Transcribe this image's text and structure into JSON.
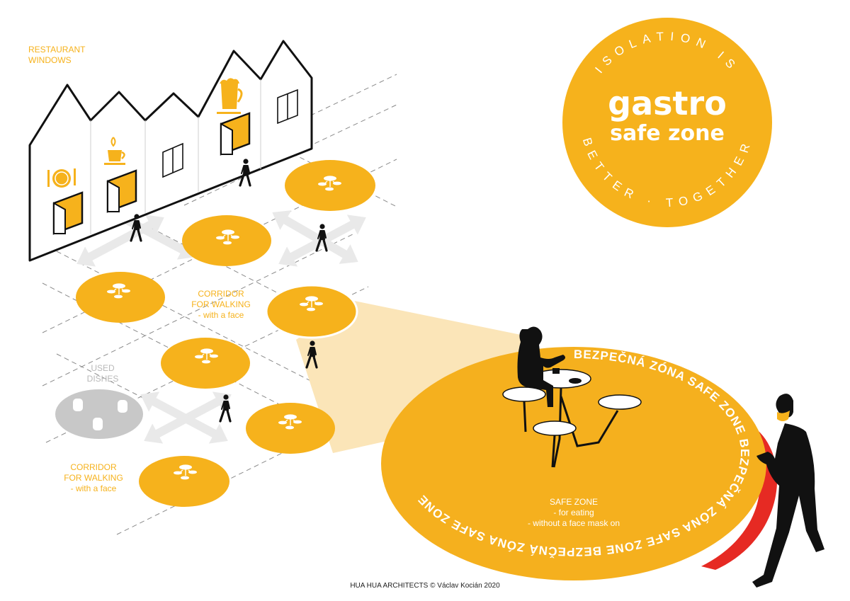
{
  "colors": {
    "zone_orange": "#F6B21C",
    "safe_big": "#F5B01E",
    "light_cone": "#FBE5B8",
    "red_accent": "#E62A23",
    "used_grey": "#C8C8C8",
    "arrow_grey": "#E9E9E9",
    "silhouette": "#111111"
  },
  "labels": {
    "restaurant_windows": [
      "RESTAURANT",
      "WINDOWS"
    ],
    "corridor_top": [
      "CORRIDOR",
      "FOR WALKING",
      "- with a face"
    ],
    "used_dishes": [
      "USED",
      "DISHES"
    ],
    "corridor_bottom": [
      "CORRIDOR",
      "FOR WALKING",
      "- with a face"
    ],
    "safe_zone": [
      "SAFE ZONE",
      "-  for eating",
      "- without a face mask on"
    ]
  },
  "badge": {
    "title": "gastro",
    "subtitle": "safe zone",
    "ring_top": "ISOLATION IS",
    "ring_bottom": "BETTER · TOGETHER"
  },
  "ring_text": {
    "phrase": "BEZPEČNÁ ZÓNA SAFE ZONE"
  },
  "icons": {
    "building": [
      "plate-cutlery-icon",
      "coffee-cup-icon",
      "window-icon",
      "beer-mug-icon",
      "window-icon"
    ],
    "table": "table-stools-icon",
    "person": "walking-person-icon",
    "mask_person": "masked-person-icon",
    "seated_woman": "seated-woman-icon"
  },
  "credit": "HUA HUA ARCHITECTS © Václav Kocián 2020"
}
